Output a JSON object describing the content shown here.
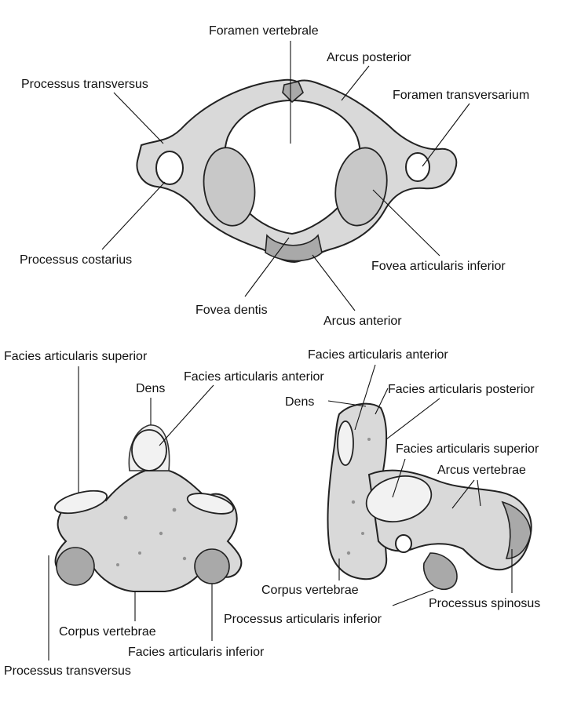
{
  "atlas": {
    "foramen_vertebrale": "Foramen vertebrale",
    "arcus_posterior": "Arcus posterior",
    "processus_transversus": "Processus transversus",
    "foramen_transversarium": "Foramen transversarium",
    "processus_costarius": "Processus costarius",
    "fovea_articularis_inferior": "Fovea articularis inferior",
    "fovea_dentis": "Fovea dentis",
    "arcus_anterior": "Arcus anterior"
  },
  "axis_front": {
    "facies_articularis_superior": "Facies articularis superior",
    "facies_articularis_anterior": "Facies articularis anterior",
    "dens": "Dens",
    "corpus_vertebrae": "Corpus vertebrae",
    "facies_articularis_inferior": "Facies articularis inferior",
    "processus_transversus": "Processus transversus"
  },
  "axis_side": {
    "facies_articularis_anterior": "Facies articularis anterior",
    "dens": "Dens",
    "facies_articularis_posterior": "Facies articularis posterior",
    "facies_articularis_superior": "Facies articularis superior",
    "arcus_vertebrae": "Arcus vertebrae",
    "corpus_vertebrae": "Corpus vertebrae",
    "processus_articularis_inferior": "Processus articularis inferior",
    "processus_spinosus": "Processus spinosus"
  }
}
